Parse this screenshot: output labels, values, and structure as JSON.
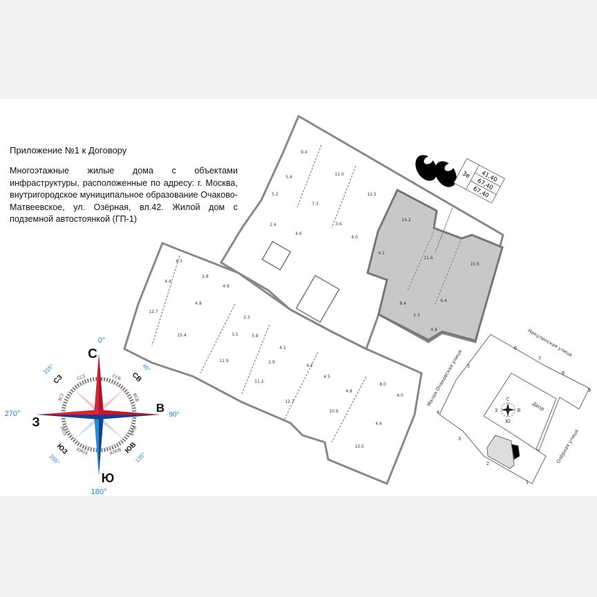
{
  "header": {
    "title": "Приложение №1 к Договору",
    "address": "Многоэтажные жилые дома с объектами инфраструктуры, расположенные по адресу: г. Москва, внутригородское муниципальное образование Очаково-Матвеевское, ул. Озёрная, вл.42. Жилой дом с подземной автостоянкой (ГП-1)"
  },
  "view_marker": {
    "icon": "binoculars-icon",
    "apartment": "3е",
    "areas": [
      "41,40",
      "67,40",
      "67,40"
    ]
  },
  "rooms": [
    "9.4",
    "5.4",
    "5.2",
    "11.0",
    "7.3",
    "12.5",
    "3.6",
    "14.2",
    "2.4",
    "4.6",
    "4.0",
    "4.1",
    "11.6",
    "15.6",
    "8.4",
    "6.4",
    "2.3",
    "4.8",
    "4.3",
    "2.8",
    "4.4",
    "4.9",
    "4.8",
    "12.7",
    "15.4",
    "2.3",
    "3.5",
    "5.8",
    "4.1",
    "11.9",
    "2.9",
    "11.2",
    "4.2",
    "4.5",
    "12.7",
    "4.8",
    "8.0",
    "4.0",
    "10.9",
    "4.6",
    "13.5"
  ],
  "highlight_color": "#c8c8c8",
  "compass": {
    "N": "С",
    "E": "В",
    "S": "Ю",
    "W": "З",
    "N_deg": "0°",
    "E_deg": "90°",
    "S_deg": "180°",
    "W_deg": "270°",
    "NW": "СЗ",
    "NW_deg": "315°",
    "NE": "СВ",
    "NE_deg": "45°",
    "SW": "ЮЗ",
    "SW_deg": "255°",
    "SE": "ЮВ",
    "SE_deg": "135°",
    "minor": [
      "ССЗ",
      "ССВ",
      "ВСВ",
      "ВЮВ",
      "ЮЮВ",
      "ЮЮЗ",
      "ЗЮЗ",
      "ЗСЗ"
    ],
    "colors": {
      "north": "#d8253a",
      "south": "#1e8fd6",
      "dark_blue": "#1a3f8a",
      "degree_text": "#1f7fc7"
    }
  },
  "site_plan": {
    "streets": [
      "Никулинская улица",
      "Малая Очаковская улица",
      "Озёрная улица"
    ],
    "yard": "Двор",
    "sections": [
      "1",
      "2",
      "3",
      "4",
      "5",
      "6",
      "7",
      "8",
      "9"
    ],
    "mini_compass": [
      "С",
      "В",
      "Ю",
      "З"
    ]
  }
}
